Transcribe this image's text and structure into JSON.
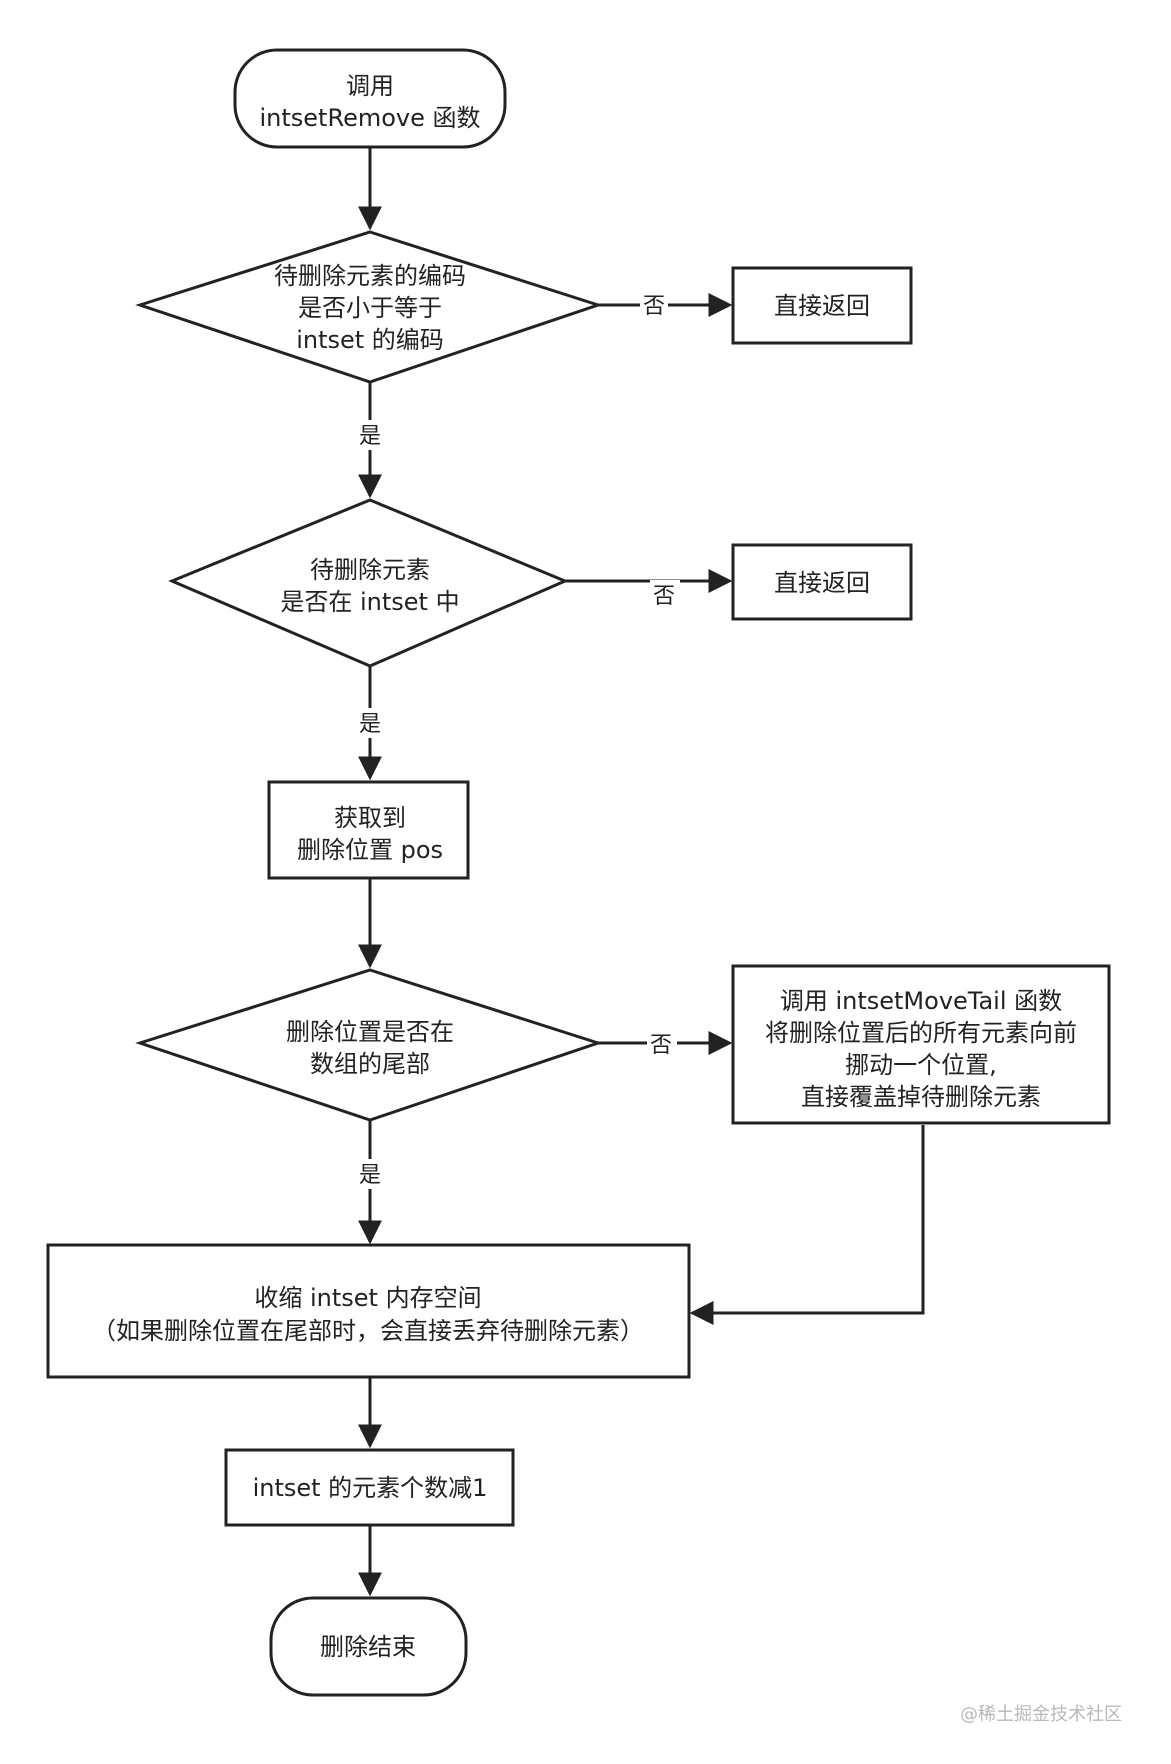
{
  "nodes": {
    "start": {
      "lines": [
        "调用",
        "intsetRemove 函数"
      ]
    },
    "check_encoding": {
      "lines": [
        "待删除元素的编码",
        "是否小于等于",
        "intset 的编码"
      ]
    },
    "return_1": {
      "lines": [
        "直接返回"
      ]
    },
    "check_exists": {
      "lines": [
        "待删除元素",
        "是否在 intset 中"
      ]
    },
    "return_2": {
      "lines": [
        "直接返回"
      ]
    },
    "get_pos": {
      "lines": [
        "获取到",
        "删除位置 pos"
      ]
    },
    "check_tail": {
      "lines": [
        "删除位置是否在",
        "数组的尾部"
      ]
    },
    "move_tail": {
      "lines": [
        "调用 intsetMoveTail 函数",
        "将删除位置后的所有元素向前",
        "挪动一个位置,",
        "直接覆盖掉待删除元素"
      ]
    },
    "shrink": {
      "lines": [
        "收缩 intset 内存空间",
        "（如果删除位置在尾部时，会直接丢弃待删除元素）"
      ]
    },
    "decrement": {
      "lines": [
        "intset 的元素个数减1"
      ]
    },
    "end": {
      "lines": [
        "删除结束"
      ]
    }
  },
  "edges": {
    "encoding_no": "否",
    "encoding_yes": "是",
    "exists_no": "否",
    "exists_yes": "是",
    "tail_no": "否",
    "tail_yes": "是"
  },
  "watermark": "@稀土掘金技术社区"
}
